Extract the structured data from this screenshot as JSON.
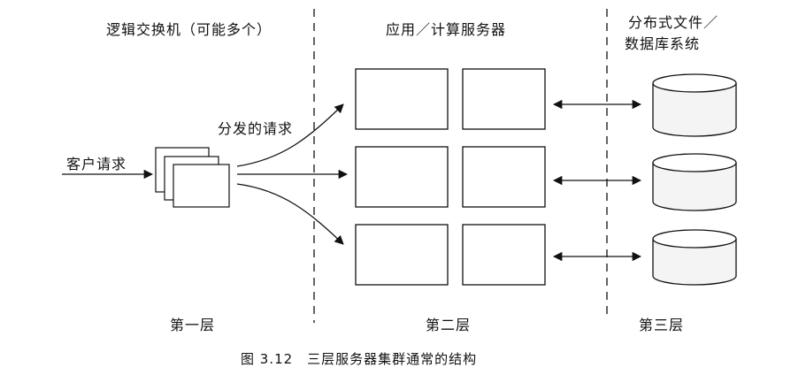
{
  "headers": {
    "switch": "逻辑交换机（可能多个）",
    "app": "应用／计算服务器",
    "storage_line1": "分布式文件／",
    "storage_line2": "数据库系统"
  },
  "labels": {
    "dispatched": "分发的请求",
    "client": "客户请求"
  },
  "tiers": {
    "first": "第一层",
    "second": "第二层",
    "third": "第三层"
  },
  "caption": "图 3.12　三层服务器集群通常的结构"
}
